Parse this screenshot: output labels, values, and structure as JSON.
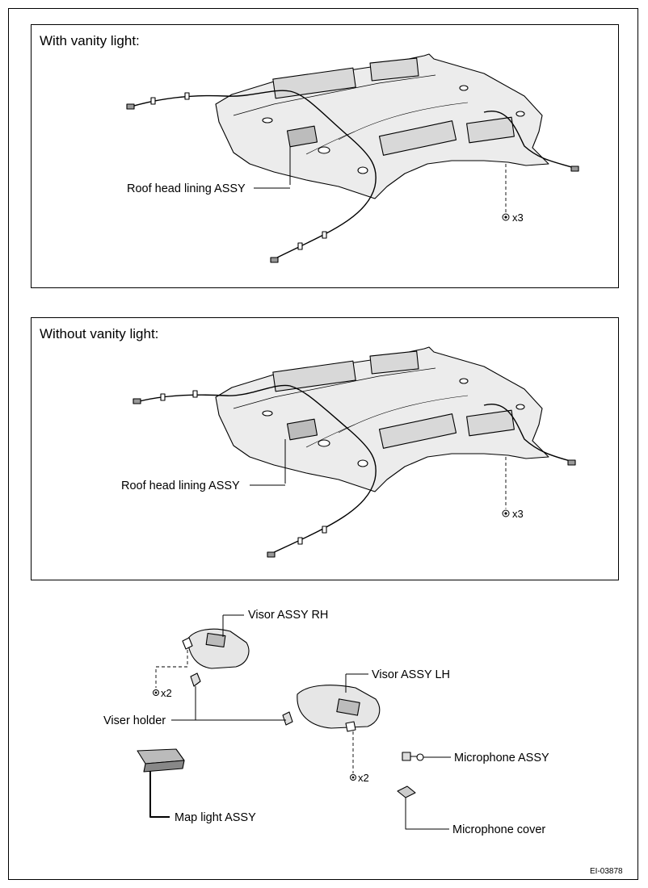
{
  "panel_with": {
    "title": "With vanity light:",
    "headliner_label": "Roof head lining ASSY",
    "clip_count": "x3"
  },
  "panel_without": {
    "title": "Without vanity light:",
    "headliner_label": "Roof head lining ASSY",
    "clip_count": "x3"
  },
  "parts": {
    "visor_rh": "Visor ASSY RH",
    "visor_lh": "Visor ASSY LH",
    "visor_rh_screws": "x2",
    "visor_lh_screws": "x2",
    "visor_holder": "Viser holder",
    "map_light": "Map light ASSY",
    "microphone": "Microphone ASSY",
    "microphone_cover": "Microphone cover"
  },
  "figure_code": "EI-03878"
}
